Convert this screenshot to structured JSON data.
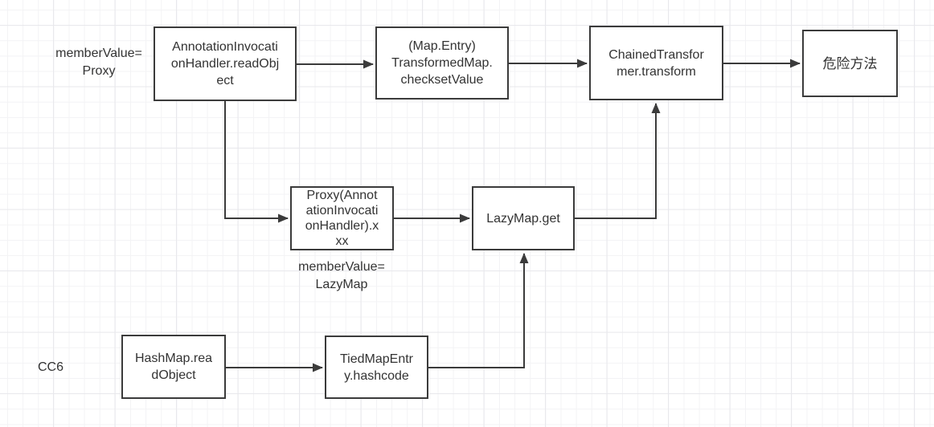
{
  "colors": {
    "background": "#ffffff",
    "grid_minor": "#f3f3f5",
    "grid_major": "#e8e8ec",
    "node_fill": "#ffffff",
    "node_border": "#3b3b3b",
    "connector": "#3b3b3b",
    "text": "#333333"
  },
  "nodes": [
    {
      "id": "annotationinvocationhandler-readobject",
      "text": "AnnotationInvocati\nonHandler.readObj\nect"
    },
    {
      "id": "mapentry-transformedmap-checksetvalue",
      "text": "(Map.Entry)\nTransformedMap.\nchecksetValue"
    },
    {
      "id": "chainedtransformer-transform",
      "text": "ChainedTransfor\nmer.transform"
    },
    {
      "id": "dangerous-method",
      "text": "危险方法"
    },
    {
      "id": "proxy-annotationinvocationhandler-xxx",
      "text": "Proxy(Annot\nationInvocati\nonHandler).x\nxx"
    },
    {
      "id": "lazymap-get",
      "text": "LazyMap.get"
    },
    {
      "id": "hashmap-readobject",
      "text": "HashMap.rea\ndObject"
    },
    {
      "id": "tiedmapentry-hashcode",
      "text": "TiedMapEntr\ny.hashcode"
    }
  ],
  "labels": [
    {
      "id": "membervalue-proxy",
      "text": "memberValue=\nProxy"
    },
    {
      "id": "membervalue-lazymap",
      "text": "memberValue=\nLazyMap"
    },
    {
      "id": "cc6",
      "text": "CC6"
    }
  ]
}
